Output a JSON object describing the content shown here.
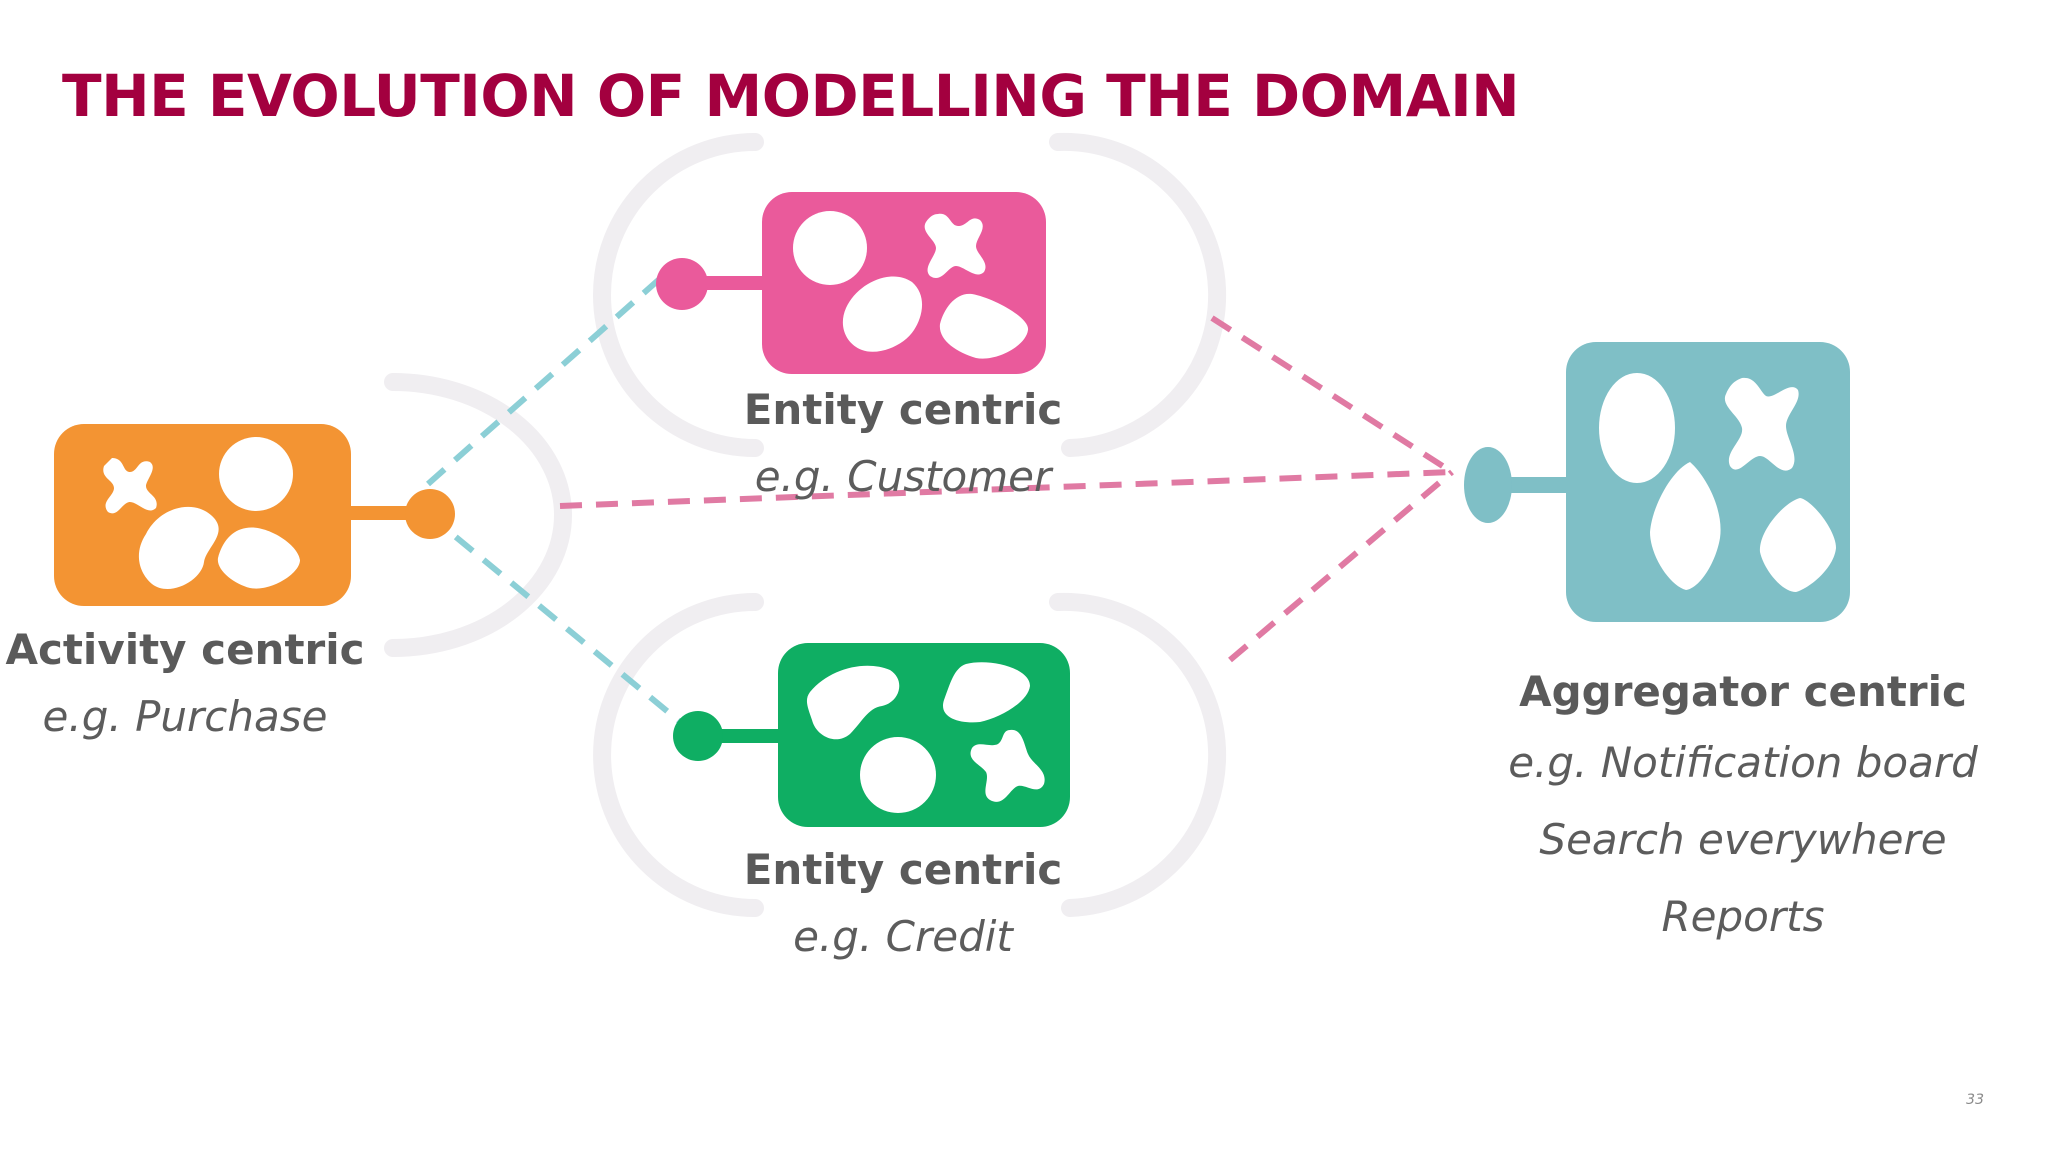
{
  "title": "THE EVOLUTION OF MODELLING THE DOMAIN",
  "page_number": "33",
  "colors": {
    "title": "#a3003f",
    "activity": "#f39433",
    "entity_top": "#ea5a9b",
    "entity_bottom": "#0fae63",
    "aggregator": "#7fbfc6",
    "dash_teal": "#8ccfd6",
    "dash_pink": "#e07aa3",
    "arc": "#f0eef1"
  },
  "nodes": {
    "activity": {
      "name": "Activity centric",
      "example": "e.g. Purchase"
    },
    "entity_top": {
      "name": "Entity centric",
      "example": "e.g. Customer"
    },
    "entity_bottom": {
      "name": "Entity centric",
      "example": "e.g. Credit"
    },
    "aggregator": {
      "name": "Aggregator centric",
      "examples": [
        "e.g. Notification board",
        "Search everywhere",
        "Reports"
      ]
    }
  }
}
